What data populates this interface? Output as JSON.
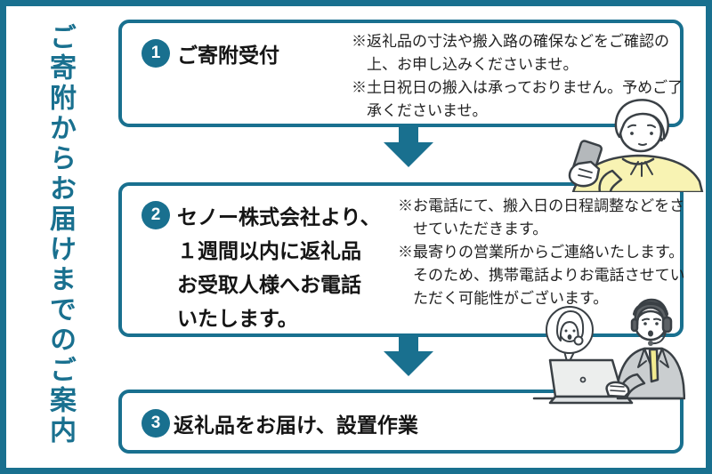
{
  "sidebar": {
    "vertical_title": "ご寄附からお届けまでのご案内"
  },
  "steps": [
    {
      "number": "1",
      "title": "ご寄附受付",
      "notes": [
        "※返礼品の寸法や搬入路の確保などをご確認の上、お申し込みくださいませ。",
        "※土日祝日の搬入は承っておりません。予めご了承くださいませ。"
      ]
    },
    {
      "number": "2",
      "title": "セノー株式会社より、\n１週間以内に返礼品\nお受取人様へお電話\nいたします。",
      "notes": [
        "※お電話にて、搬入日の日程調整などをさせていただきます。",
        "※最寄りの営業所からご連絡いたします。そのため、携帯電話よりお電話させていただく可能性がございます。"
      ]
    },
    {
      "number": "3",
      "title": "返礼品をお届け、設置作業",
      "notes": []
    }
  ],
  "icons": {
    "arrow_between_steps": "down-arrow",
    "illustration_top": "woman-looking-at-smartphone",
    "illustration_bottom": "support-agent-with-headset-at-laptop",
    "illustration_bubble": "caller-face-speech-bubble"
  },
  "colors": {
    "accent_teal": "#19708f",
    "text_dark": "#222222",
    "illustration_yellow": "#f8f3b3",
    "illustration_gray": "#caced0",
    "phone_gray": "#b4b8bb"
  }
}
